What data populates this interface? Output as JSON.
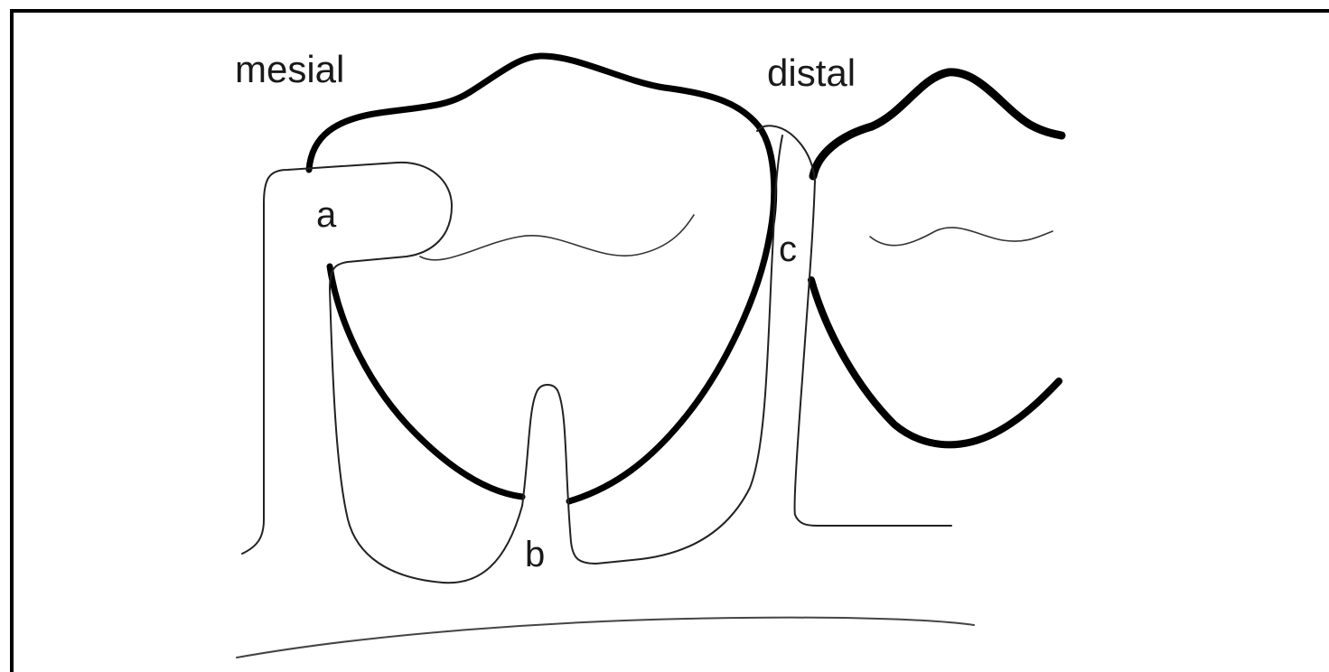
{
  "diagram": {
    "title": "",
    "colors": {
      "background": "#ffffff",
      "stroke": "#000000",
      "thin_stroke": "#2a2a2a",
      "text": "#1a1a1a"
    },
    "labels": {
      "mesial": "mesial",
      "distal": "distal",
      "a": "a",
      "b": "b",
      "c": "c"
    },
    "elements": [
      {
        "id": "frame",
        "description": "Black border along top and left edges"
      },
      {
        "id": "tooth-main",
        "description": "Main tooth crown outline (thick stroke)"
      },
      {
        "id": "tooth-adjacent",
        "description": "Adjacent distal tooth outline (thick stroke, cut off at right)"
      },
      {
        "id": "structure-a",
        "description": "Mesial projection labelled a"
      },
      {
        "id": "structure-b",
        "description": "Narrow finger-like papilla labelled b"
      },
      {
        "id": "structure-c",
        "description": "Interproximal contact region labelled c"
      },
      {
        "id": "wavy-line-main",
        "description": "Thin wavy line inside main tooth"
      },
      {
        "id": "wavy-line-adjacent",
        "description": "Thin wavy line inside adjacent tooth"
      },
      {
        "id": "baseline-curve",
        "description": "Gently curved thin line near bottom"
      }
    ]
  }
}
